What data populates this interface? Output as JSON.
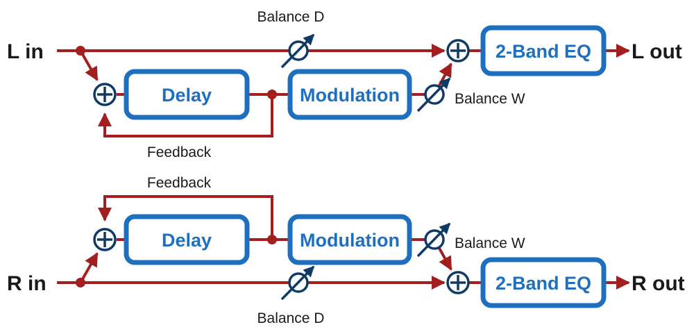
{
  "colors": {
    "signal_line": "#a31f1f",
    "block_border": "#1f6fbf",
    "block_text": "#1f6fbf",
    "control_symbol": "#0e3a66",
    "io_text": "#1a1a1a"
  },
  "left_channel": {
    "input_label": "L in",
    "output_label": "L out",
    "delay_label": "Delay",
    "modulation_label": "Modulation",
    "eq_label": "2-Band EQ",
    "balance_dry_label": "Balance D",
    "balance_wet_label": "Balance W",
    "feedback_label": "Feedback"
  },
  "right_channel": {
    "input_label": "R in",
    "output_label": "R out",
    "delay_label": "Delay",
    "modulation_label": "Modulation",
    "eq_label": "2-Band EQ",
    "balance_dry_label": "Balance D",
    "balance_wet_label": "Balance W",
    "feedback_label": "Feedback"
  },
  "icons": {
    "sum": "circled-plus-icon",
    "level": "variable-level-knob-icon",
    "junction": "junction-dot-icon"
  }
}
